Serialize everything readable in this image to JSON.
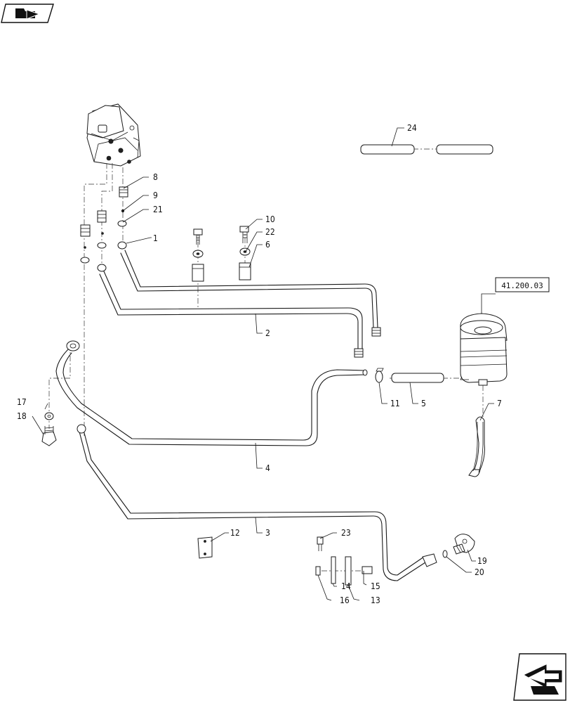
{
  "callouts": {
    "c1": "1",
    "c2": "2",
    "c3": "3",
    "c4": "4",
    "c5": "5",
    "c6": "6",
    "c7": "7",
    "c8": "8",
    "c9": "9",
    "c10": "10",
    "c11": "11",
    "c12": "12",
    "c13": "13",
    "c14": "14",
    "c15": "15",
    "c16": "16",
    "c17": "17",
    "c18": "18",
    "c19": "19",
    "c20": "20",
    "c21": "21",
    "c22": "22",
    "c23": "23",
    "c24": "24"
  },
  "reference_box": "41.200.03",
  "icons": {
    "top_left": "folder-arrow-icon",
    "bottom_right": "next-page-arrow-icon"
  }
}
